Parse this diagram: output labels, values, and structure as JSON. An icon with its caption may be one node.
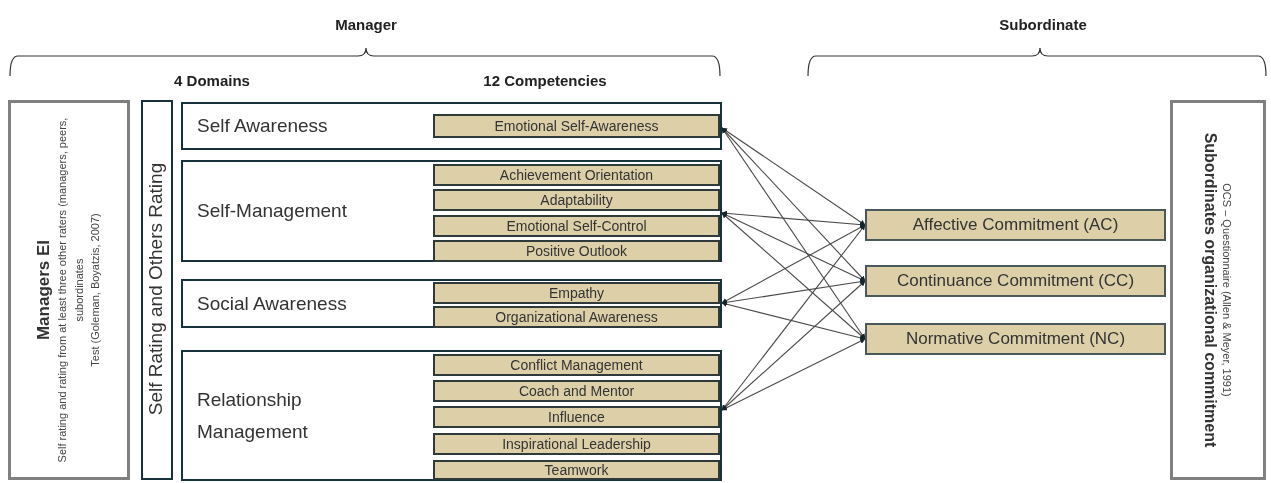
{
  "diagram": {
    "nodes": [
      {
        "text": [
          "Managers EI",
          "Self rating and rating from at least three other raters (managers, peers, subordinates",
          "Test (Goleman, Boyatzis, 2007)"
        ]
      },
      {
        "text": [
          "Self Rating and Others Rating"
        ]
      },
      {
        "text": [
          "Self Awareness"
        ]
      },
      {
        "text": [
          "Emotional Self-Awareness"
        ],
        "in": 2
      },
      {
        "text": [
          "Self-Management"
        ]
      },
      {
        "text": [
          "Achievement Orientation"
        ],
        "in": 4
      },
      {
        "text": [
          "Adaptability"
        ],
        "in": 4
      },
      {
        "text": [
          "Emotional Self-Control"
        ],
        "in": 4
      },
      {
        "text": [
          "Positive Outlook"
        ],
        "in": 4
      },
      {
        "text": [
          "Social Awareness"
        ]
      },
      {
        "text": [
          "Empathy"
        ],
        "in": 9
      },
      {
        "text": [
          "Organizational Awareness"
        ],
        "in": 9
      },
      {
        "text": [
          "Relationship Management"
        ]
      },
      {
        "text": [
          "Conflict Management"
        ],
        "in": 12
      },
      {
        "text": [
          "Coach and Mentor"
        ],
        "in": 12
      },
      {
        "text": [
          "Influence"
        ],
        "in": 12
      },
      {
        "text": [
          "Inspirational Leadership"
        ],
        "in": 12
      },
      {
        "text": [
          "Teamwork"
        ],
        "in": 12
      },
      {
        "text": [
          "Affective Commitment (AC)"
        ]
      },
      {
        "text": [
          "Continuance Commitment (CC)"
        ]
      },
      {
        "text": [
          "Normative Commitment (NC)"
        ]
      },
      {
        "text": [
          "Subordinates organizational commitment",
          "OCS – Questionnaire (Allen & Meyer, 1991)"
        ]
      }
    ],
    "edges": [
      {
        "from": 2,
        "to": 18,
        "arrow": "both"
      },
      {
        "from": 2,
        "to": 19,
        "arrow": "both"
      },
      {
        "from": 2,
        "to": 20,
        "arrow": "both"
      },
      {
        "from": 4,
        "to": 18,
        "arrow": "both"
      },
      {
        "from": 4,
        "to": 19,
        "arrow": "both"
      },
      {
        "from": 4,
        "to": 20,
        "arrow": "both"
      },
      {
        "from": 9,
        "to": 18,
        "arrow": "both"
      },
      {
        "from": 9,
        "to": 19,
        "arrow": "both"
      },
      {
        "from": 9,
        "to": 20,
        "arrow": "both"
      },
      {
        "from": 12,
        "to": 18,
        "arrow": "both"
      },
      {
        "from": 12,
        "to": 19,
        "arrow": "both"
      },
      {
        "from": 12,
        "to": 20,
        "arrow": "both"
      }
    ],
    "labels": [
      "Manager",
      "Subordinate",
      "4 Domains",
      "12 Competencies"
    ]
  }
}
